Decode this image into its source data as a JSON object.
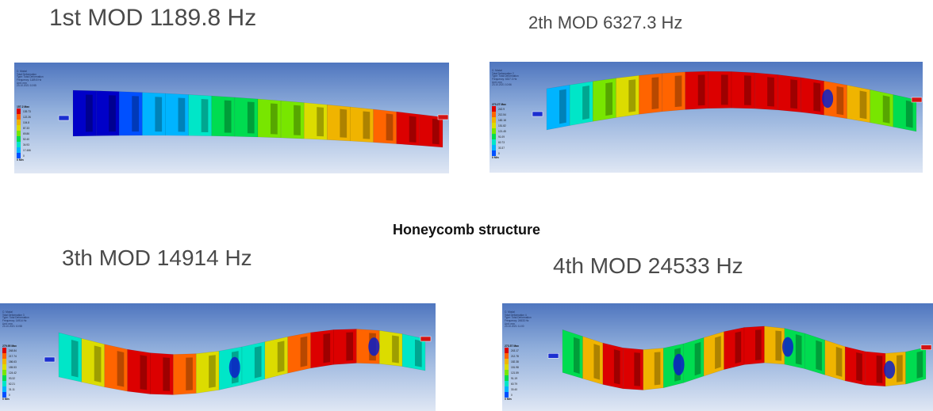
{
  "center_title": "Honeycomb structure",
  "colors": {
    "contour_scale": [
      "#0000c8",
      "#0050ff",
      "#00b4ff",
      "#00e6c8",
      "#00dc50",
      "#78e600",
      "#dcdc00",
      "#f0b400",
      "#ff6400",
      "#dc0000"
    ],
    "background_top": "#4f76bf",
    "background_bottom": "#dfe7f4"
  },
  "modes": [
    {
      "title": "1st MOD 1189.8 Hz",
      "header": [
        "C: Modal",
        "Total Deformation",
        "Type: Total Deformation",
        "Frequency: 1189.8 Hz",
        "Unit: mm",
        "23.10.2021 10:55"
      ],
      "legend_max": "157.2 Max",
      "legend_min": "0 Min",
      "legend_values": [
        "139.73",
        "122.26",
        "104.8",
        "87.33",
        "69.86",
        "52.40",
        "34.93",
        "17.466",
        "0"
      ],
      "shape": "mode-1"
    },
    {
      "title": "2th MOD 6327.3 Hz",
      "header": [
        "C: Modal",
        "Total Deformation 2",
        "Type: Total Deformation",
        "Frequency: 6327.3 Hz",
        "Unit: mm",
        "23.10.2021 10:56"
      ],
      "legend_max": "273.27 Max",
      "legend_min": "0 Min",
      "legend_values": [
        "242.9",
        "212.54",
        "182.18",
        "151.82",
        "121.45",
        "91.09",
        "60.73",
        "30.37",
        "0"
      ],
      "shape": "mode-2"
    },
    {
      "title": "3th MOD 14914 Hz",
      "header": [
        "C: Modal",
        "Total Deformation 3",
        "Type: Total Deformation",
        "Frequency: 14914 Hz",
        "Unit: mm",
        "23.10.2021 10:58"
      ],
      "legend_max": "279.95 Max",
      "legend_min": "0 Min",
      "legend_values": [
        "248.84",
        "217.74",
        "186.63",
        "155.53",
        "124.42",
        "93.32",
        "62.21",
        "31.11",
        "0"
      ],
      "shape": "mode-3"
    },
    {
      "title": "4th MOD 24533 Hz",
      "header": [
        "C: Modal",
        "Total Deformation 4",
        "Type: Total Deformation",
        "Frequency: 24533 Hz",
        "Unit: mm",
        "23.10.2021 11:00"
      ],
      "legend_max": "273.57 Max",
      "legend_min": "0 Min",
      "legend_values": [
        "243.17",
        "212.78",
        "182.38",
        "151.98",
        "121.59",
        "91.19",
        "60.79",
        "30.40",
        "0"
      ],
      "shape": "mode-4"
    }
  ],
  "icons": [
    "min-marker-icon",
    "max-marker-icon"
  ]
}
